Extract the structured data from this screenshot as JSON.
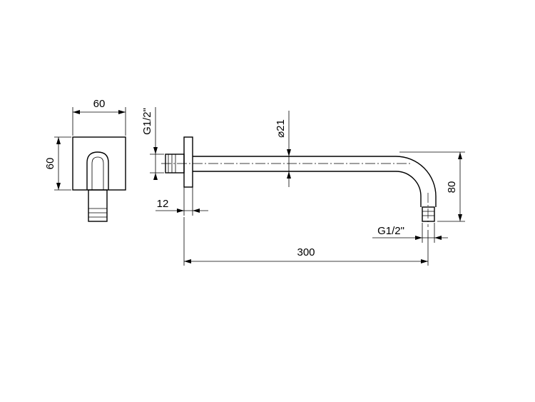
{
  "labels": {
    "front_width": "60",
    "front_height": "60",
    "inlet_thread": "G1/2\"",
    "pipe_diameter": "⌀21",
    "flange_thickness": "12",
    "outlet_drop": "80",
    "outlet_thread": "G1/2\"",
    "arm_length": "300"
  }
}
